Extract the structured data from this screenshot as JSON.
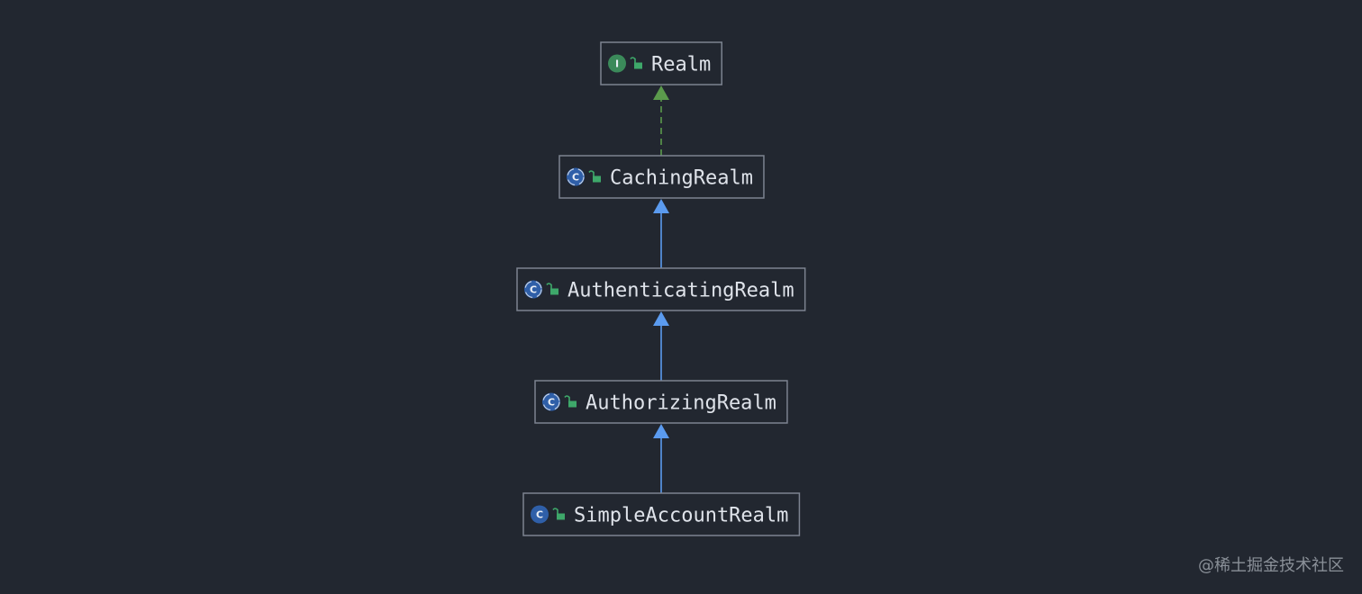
{
  "diagram": {
    "nodes": [
      {
        "id": "realm",
        "label": "Realm",
        "kind": "interface",
        "badge_letter": "I",
        "badge_color": "#3b8a5a"
      },
      {
        "id": "caching",
        "label": "CachingRealm",
        "kind": "abstract-class",
        "badge_letter": "C",
        "badge_color": "#2f5fa8"
      },
      {
        "id": "authenticating",
        "label": "AuthenticatingRealm",
        "kind": "abstract-class",
        "badge_letter": "C",
        "badge_color": "#2f5fa8"
      },
      {
        "id": "authorizing",
        "label": "AuthorizingRealm",
        "kind": "abstract-class",
        "badge_letter": "C",
        "badge_color": "#2f5fa8"
      },
      {
        "id": "simple",
        "label": "SimpleAccountRealm",
        "kind": "class",
        "badge_letter": "C",
        "badge_color": "#2f5fa8"
      }
    ],
    "edges": [
      {
        "from": "caching",
        "to": "realm",
        "type": "implements",
        "color": "#5b9a4c"
      },
      {
        "from": "authenticating",
        "to": "caching",
        "type": "extends",
        "color": "#5b9bef"
      },
      {
        "from": "authorizing",
        "to": "authenticating",
        "type": "extends",
        "color": "#5b9bef"
      },
      {
        "from": "simple",
        "to": "authorizing",
        "type": "extends",
        "color": "#5b9bef"
      }
    ],
    "visibility_icon": "unlocked-padlock-icon",
    "visibility_color": "#3ea86a"
  },
  "watermark": "@稀土掘金技术社区",
  "colors": {
    "background": "#222730",
    "box_border": "#7c8390",
    "text": "#dfe3ea"
  }
}
